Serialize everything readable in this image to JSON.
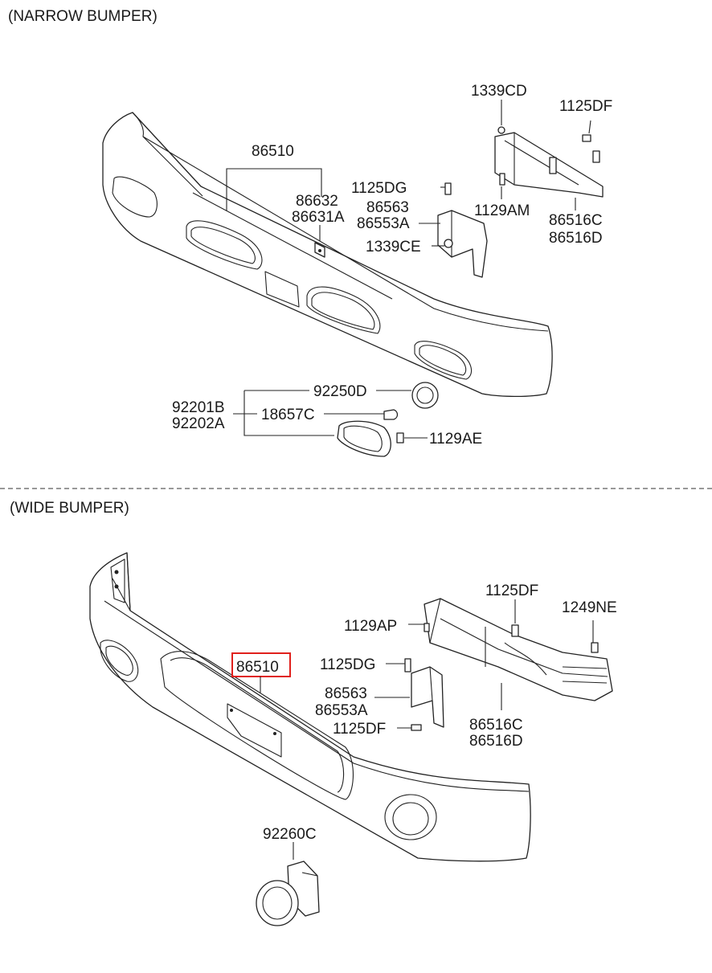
{
  "sections": {
    "narrow": {
      "title": "(NARROW BUMPER)"
    },
    "wide": {
      "title": "(WIDE BUMPER)"
    }
  },
  "narrow_labels": {
    "bumper": "86510",
    "clip_a": "86632",
    "clip_b": "86631A",
    "bolt_dg": "1125DG",
    "bracket_a": "86563",
    "bracket_b": "86553A",
    "nut_ce": "1339CE",
    "nut_cd": "1339CD",
    "bolt_df": "1125DF",
    "screw_am": "1129AM",
    "stay_c": "86516C",
    "stay_d": "86516D",
    "seal": "92250D",
    "lamp_a": "92201B",
    "lamp_b": "92202A",
    "bulb": "18657C",
    "screw_ae": "1129AE"
  },
  "wide_labels": {
    "bumper": "86510",
    "bolt_df_top": "1125DF",
    "nut_ne": "1249NE",
    "screw_ap": "1129AP",
    "bolt_dg": "1125DG",
    "bracket_a": "86563",
    "bracket_b": "86553A",
    "bolt_df_low": "1125DF",
    "stay_c": "86516C",
    "stay_d": "86516D",
    "fog_lamp": "92260C"
  },
  "highlight": {
    "part_number": "86510",
    "color": "#e0201c"
  }
}
